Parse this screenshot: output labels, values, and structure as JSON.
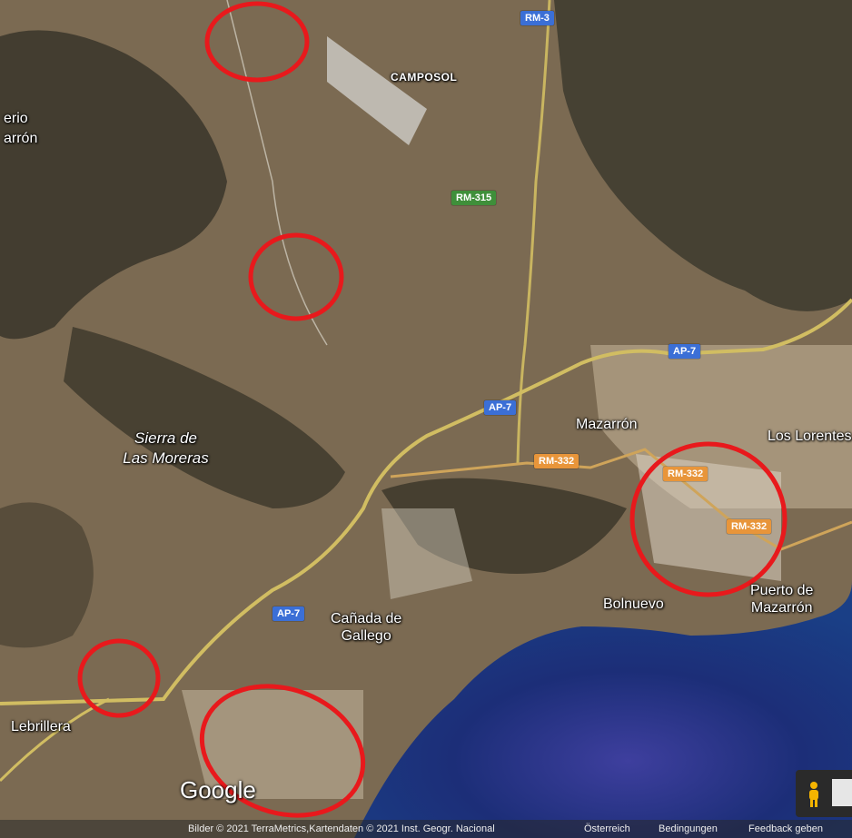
{
  "places": {
    "erio": "erio",
    "arron": "arrón",
    "camposol": "CAMPOSOL",
    "sierra_line1": "Sierra de",
    "sierra_line2": "Las Moreras",
    "mazarron": "Mazarrón",
    "los_lorentes": "Los Lorentes",
    "bolnuevo": "Bolnuevo",
    "puerto_line1": "Puerto de",
    "puerto_line2": "Mazarrón",
    "canada_line1": "Cañada de",
    "canada_line2": "Gallego",
    "lebrillera": "Lebrillera"
  },
  "roads": {
    "rm3": "RM-3",
    "rm315": "RM-315",
    "ap7_east": "AP-7",
    "ap7_center": "AP-7",
    "ap7_west": "AP-7",
    "rm332_a": "RM-332",
    "rm332_b": "RM-332",
    "rm332_c": "RM-332"
  },
  "colors": {
    "highway_shield": "#3b6fd6",
    "regional_shield": "#3f8f3a",
    "local_shield": "#e8953a",
    "annotation_circle": "#e8191c",
    "sea": "#1b2f7a"
  },
  "logo": "Google",
  "attribution": {
    "images": "Bilder © 2021 TerraMetrics,Kartendaten © 2021 Inst. Geogr. Nacional",
    "region": "Österreich",
    "terms": "Bedingungen",
    "feedback": "Feedback geben"
  },
  "controls": {
    "pegman_icon": "pegman-icon",
    "layer_icon": "satellite-tile-icon"
  }
}
